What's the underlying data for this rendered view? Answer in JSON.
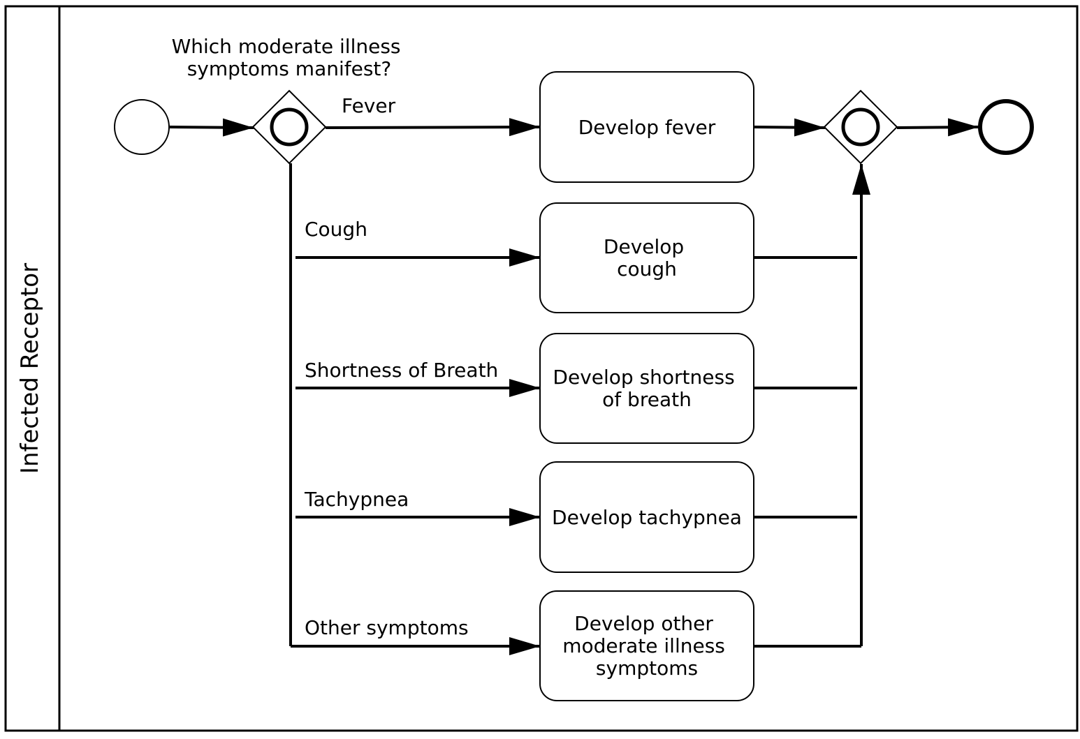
{
  "lane": {
    "label": "Infected Receptor"
  },
  "gateway_split": {
    "label": "Which moderate illness symptoms manifest?",
    "label_lines": [
      "Which moderate illness",
      "symptoms manifest?"
    ]
  },
  "branches": [
    {
      "flow_label": "Fever",
      "task_lines": [
        "Develop fever"
      ]
    },
    {
      "flow_label": "Cough",
      "task_lines": [
        "Develop",
        "cough"
      ]
    },
    {
      "flow_label": "Shortness of Breath",
      "task_lines": [
        "Develop shortness",
        "of breath"
      ]
    },
    {
      "flow_label": "Tachypnea",
      "task_lines": [
        "Develop tachypnea"
      ]
    },
    {
      "flow_label": "Other symptoms",
      "task_lines": [
        "Develop other",
        "moderate illness",
        "symptoms"
      ]
    }
  ],
  "colors": {
    "stroke": "#000000",
    "fill": "#ffffff"
  }
}
